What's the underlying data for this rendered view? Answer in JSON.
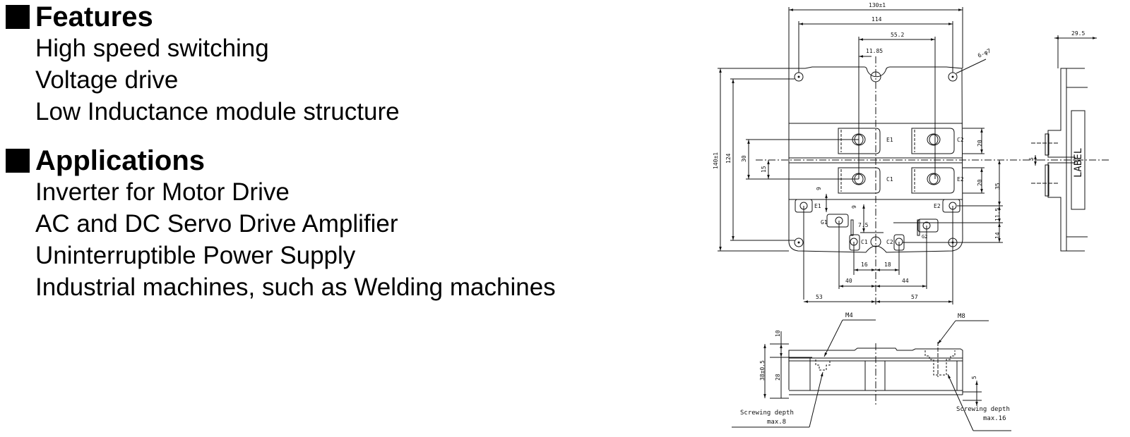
{
  "features": {
    "title": "Features",
    "items": [
      "High speed switching",
      "Voltage drive",
      "Low Inductance module structure"
    ]
  },
  "applications": {
    "title": "Applications",
    "items": [
      "Inverter for Motor Drive",
      "AC and DC Servo Drive Amplifier",
      "Uninterruptible Power Supply",
      "Industrial machines, such as Welding machines"
    ]
  },
  "drawing": {
    "top_view": {
      "dim_width_overall": "130±1",
      "dim_hole_pitch": "114",
      "dim_main_terminal_pitch": "55.2",
      "dim_offset": "11.85",
      "hole_callout": "6-φ7",
      "dim_height_overall": "140±1",
      "dim_hole_pitch_v": "124",
      "dim_30": "30",
      "dim_15": "15",
      "dim_20_upper": "20",
      "dim_20_lower": "20",
      "dim_35": "35",
      "dim_11_5": "11.5",
      "dim_14": "14",
      "dim_9a": "9",
      "dim_9b": "9",
      "dim_7_5": "7.5",
      "dim_16": "16",
      "dim_18": "18",
      "dim_40": "40",
      "dim_44": "44",
      "dim_53": "53",
      "dim_57": "57",
      "terminals": {
        "e1_main": "E1",
        "c2_main": "C2",
        "c1_main": "C1",
        "e2_main": "E2",
        "e1_aux": "E1",
        "g1": "G1",
        "c1_aux": "C1",
        "c2_aux": "C2",
        "e2_aux": "E2",
        "g2": "G2"
      }
    },
    "side_view": {
      "dim_depth": "29.5",
      "dim_5": "5",
      "label_text": "LABEL"
    },
    "front_view": {
      "dim_10": "10",
      "dim_38": "38±0.5",
      "dim_28": "28",
      "dim_5": "5",
      "callout_m4": "M4",
      "callout_m8": "M8",
      "screw_depth_left_1": "Screwing depth",
      "screw_depth_left_2": "max.8",
      "screw_depth_right_1": "Screwing depth",
      "screw_depth_right_2": "max.16"
    }
  }
}
